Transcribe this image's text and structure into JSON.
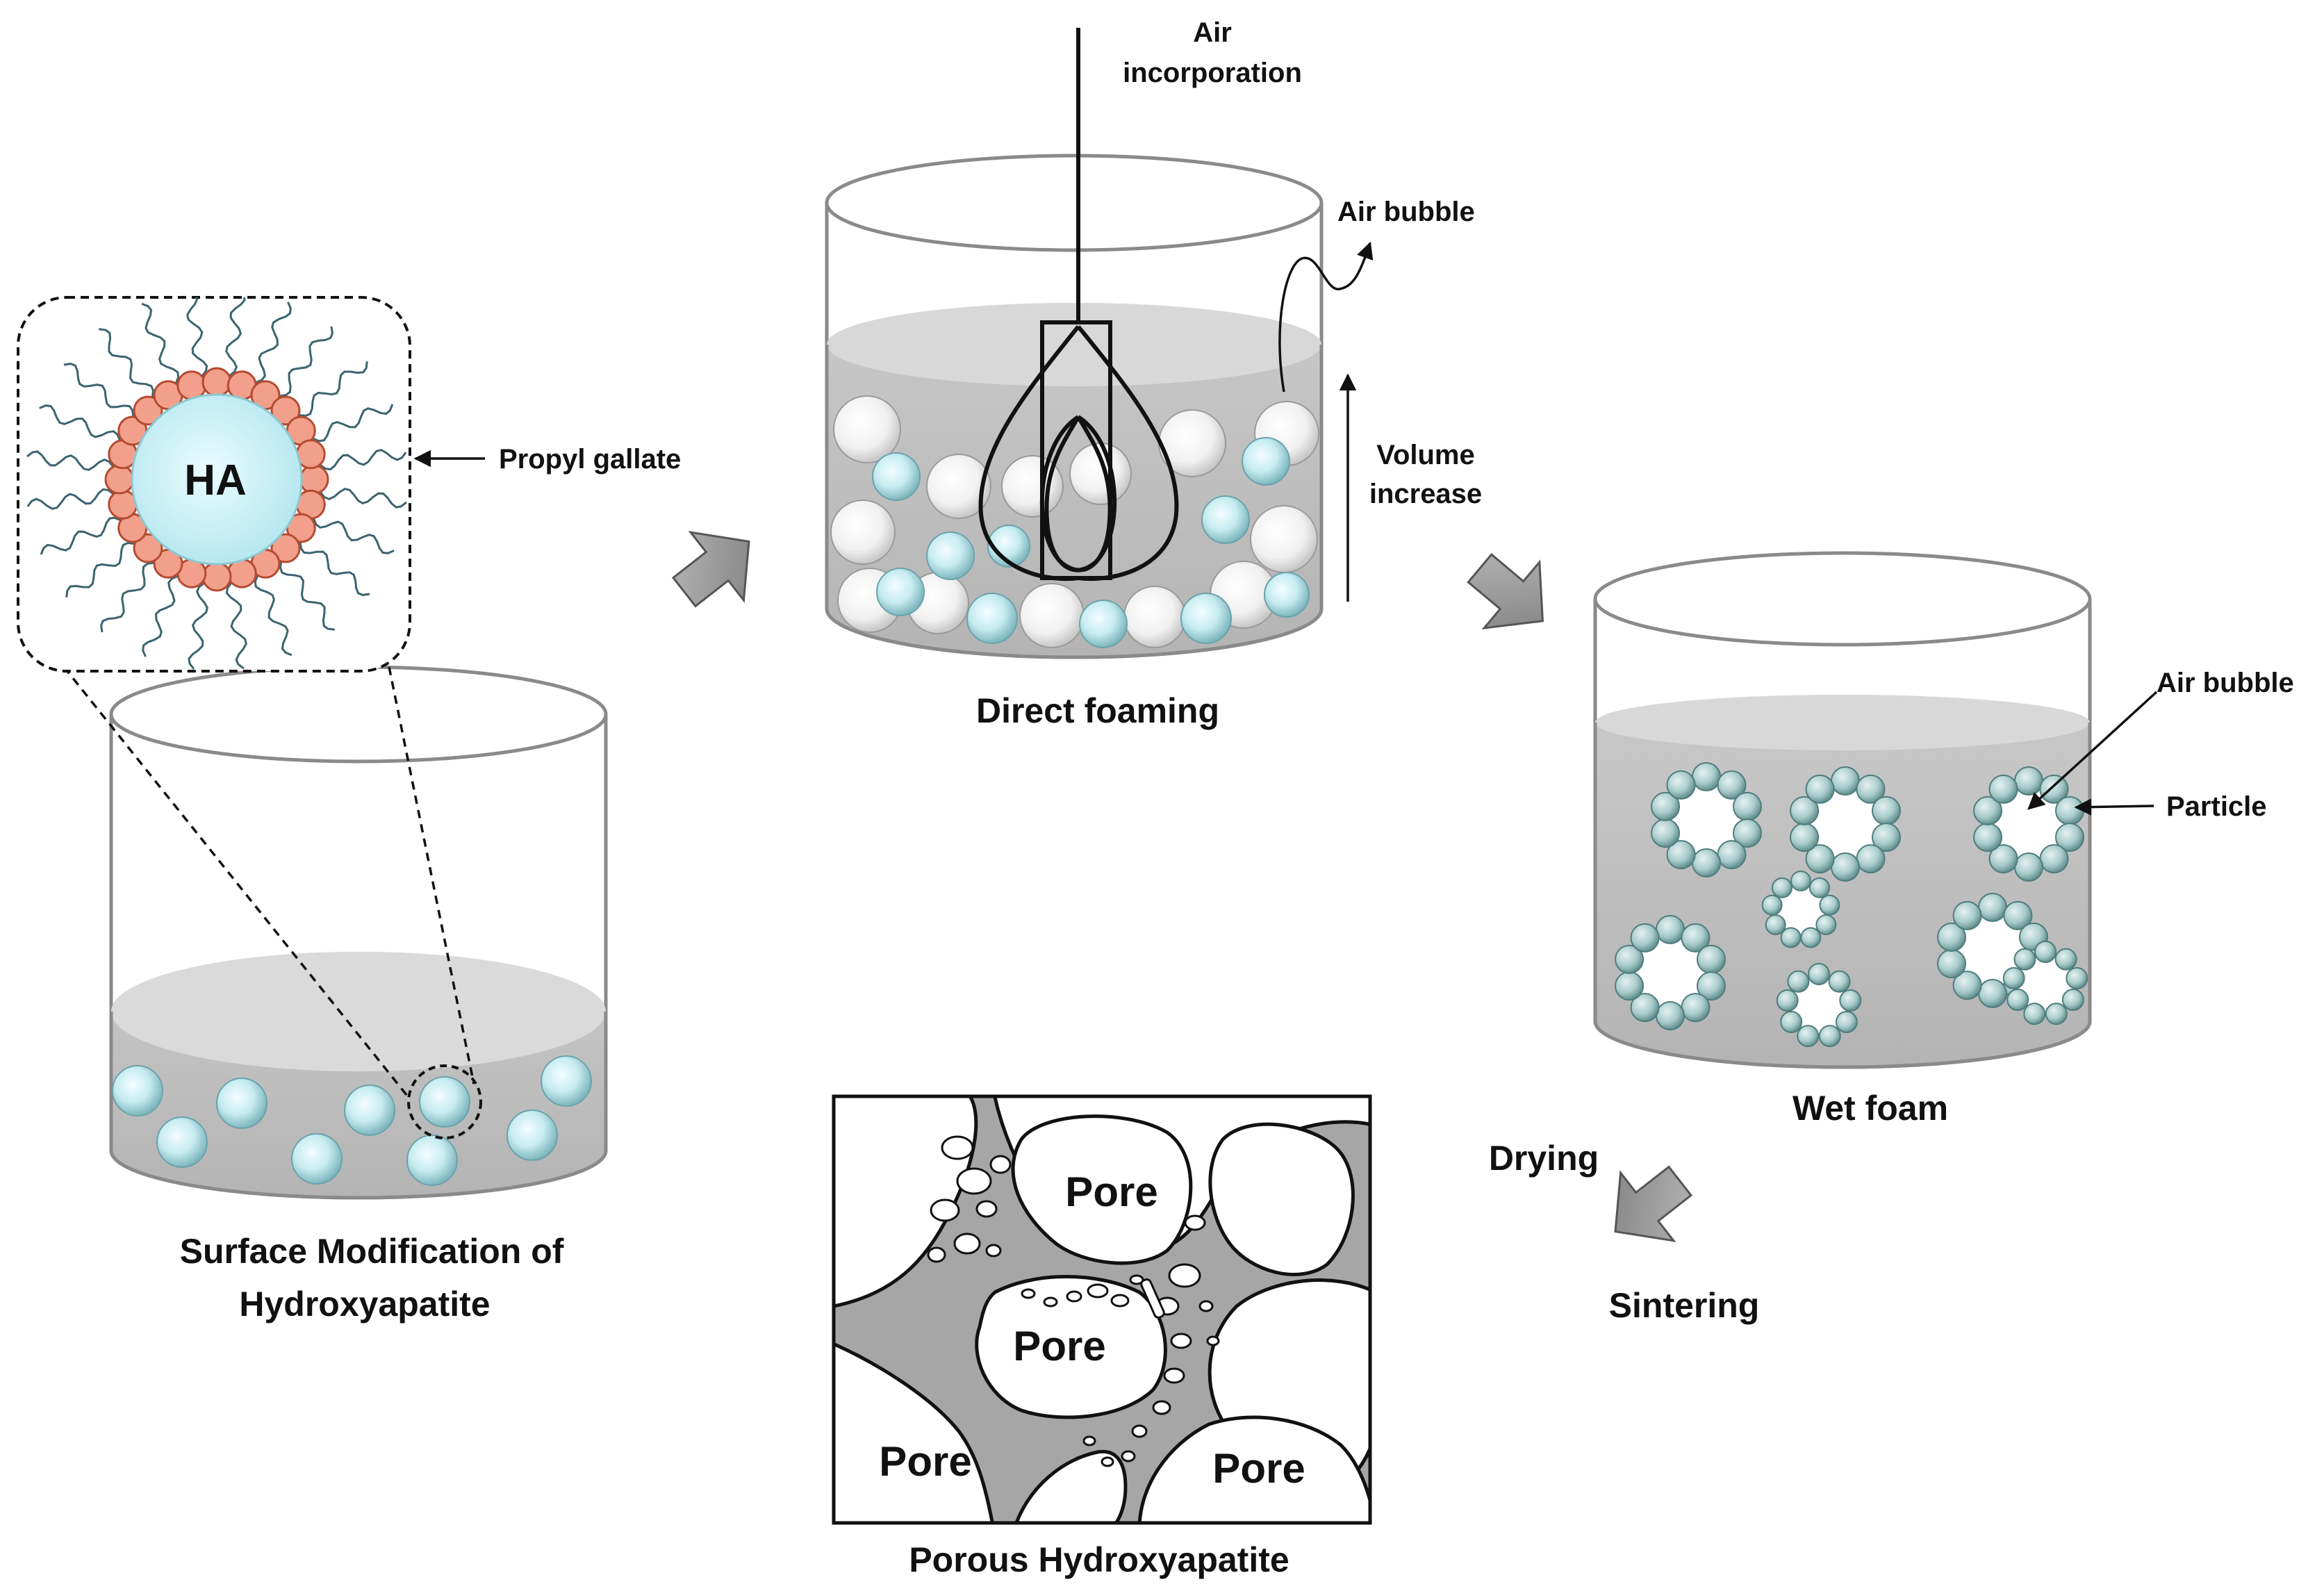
{
  "colors": {
    "particle": "#bfe9ef",
    "particle_edge": "#5a8f98",
    "shell_bead": "#f2a08c",
    "shell_bead_edge": "#b44b32",
    "chain": "#3b6470",
    "liquid": "#c4c4c4",
    "liquid_top": "#dadada",
    "beaker_edge": "#8a8a8a",
    "arrow_fill": "#9a9a9a",
    "pore_wall": "#a6a6a6"
  },
  "panels": {
    "surface": {
      "particle_label": "HA",
      "callout": "Propyl gallate",
      "title_line1": "Surface Modification of",
      "title_line2": "Hydroxyapatite"
    },
    "foaming": {
      "air_line1": "Air",
      "air_line2": "incorporation",
      "bubble": "Air bubble",
      "volume_line1": "Volume",
      "volume_line2": "increase",
      "title": "Direct foaming"
    },
    "wetfoam": {
      "bubble": "Air bubble",
      "particle": "Particle",
      "title": "Wet foam"
    },
    "process": {
      "drying": "Drying",
      "sintering": "Sintering"
    },
    "porous": {
      "pores": [
        "Pore",
        "Pore",
        "Pore",
        "Pore"
      ],
      "title": "Porous Hydroxyapatite"
    }
  }
}
